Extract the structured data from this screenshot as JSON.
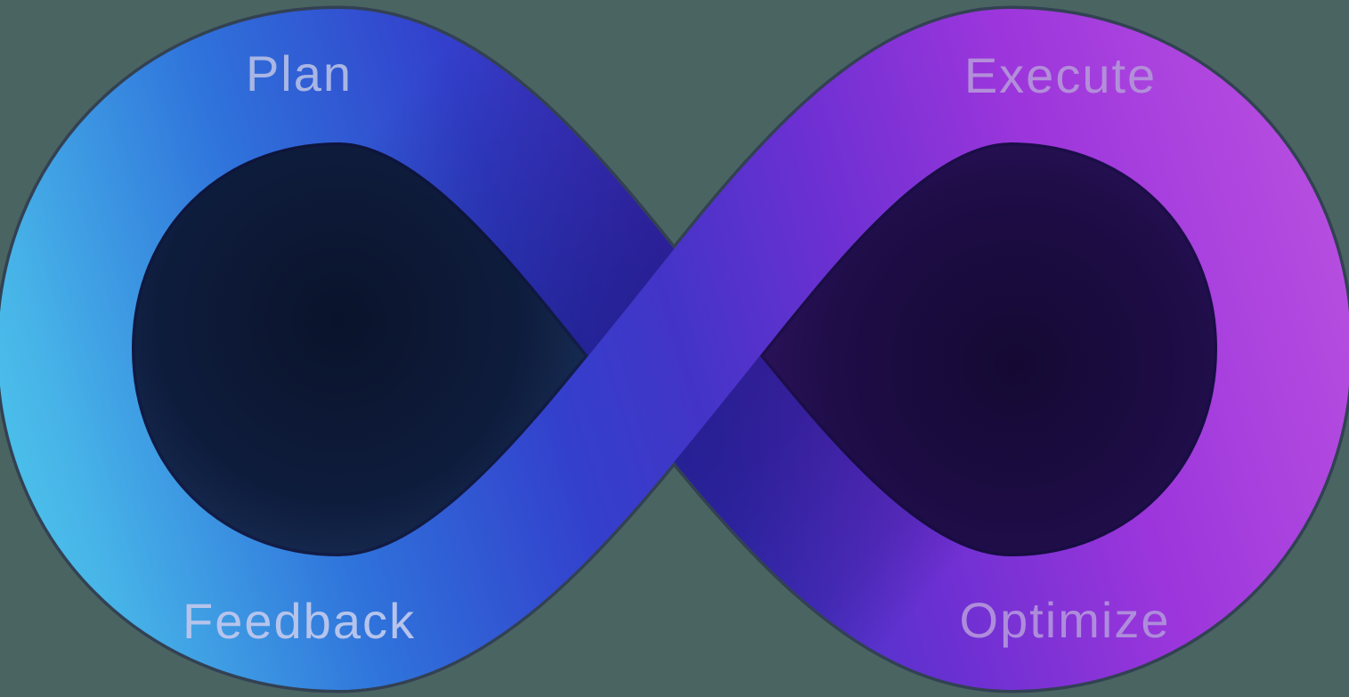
{
  "diagram": {
    "type": "infinity-loop",
    "labels": {
      "top_left": "Plan",
      "top_right": "Execute",
      "bottom_left": "Feedback",
      "bottom_right": "Optimize"
    }
  },
  "colors": {
    "background": "#4a6462",
    "ribbon_stops": {
      "g0": "#4fc9ec",
      "g1": "#47b4e8",
      "g2": "#2f73db",
      "g3": "#3340cc",
      "g4": "#4334c7",
      "g5": "#6e30d2",
      "g6": "#9c36dc",
      "g7": "#b84fe0"
    },
    "hole_left": {
      "inner": "#0a132b",
      "mid": "#0e1c3c",
      "outer": "#1c3560"
    },
    "hole_right": {
      "inner": "#150933",
      "mid": "#1e0d47",
      "outer": "#321563"
    },
    "crossing_shadow": "#120e6a",
    "edge_outline": "#0e0c3e",
    "label_top_left": "#a9b6e4",
    "label_top_right": "#b38ed9",
    "label_bottom_left": "#b6c4ec",
    "label_bottom_right": "#ae8cdb"
  }
}
